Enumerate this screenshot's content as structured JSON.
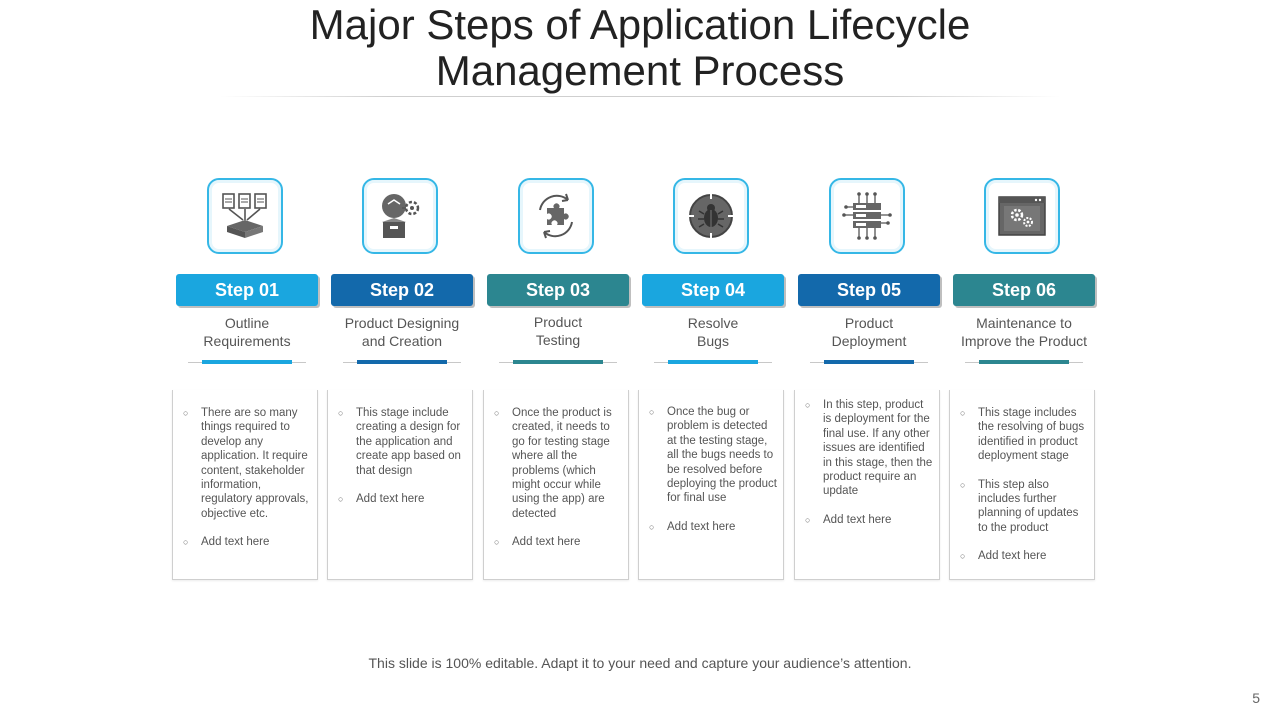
{
  "title_line1": "Major Steps of Application Lifecycle",
  "title_line2": "Management Process",
  "colors": {
    "light_blue": "#1aa6df",
    "dark_blue": "#1369ab",
    "teal": "#2c8690"
  },
  "steps": [
    {
      "label": "Step 01",
      "subtitle_line1": "Outline",
      "subtitle_line2": "Requirements",
      "color": "#1aa6df",
      "icon": "documents-to-box-icon",
      "bullets": [
        "There are so many things required to develop any application. It require content, stakeholder information, regulatory approvals, objective etc.",
        "Add text here"
      ]
    },
    {
      "label": "Step 02",
      "subtitle_line1": "Product Designing",
      "subtitle_line2": "and Creation",
      "color": "#1369ab",
      "icon": "idea-gear-box-icon",
      "bullets": [
        "This stage include creating a design for the application and create app based on that design",
        "Add text here"
      ]
    },
    {
      "label": "Step 03",
      "subtitle_line1": "Product",
      "subtitle_line2": "Testing",
      "color": "#2c8690",
      "icon": "puzzle-cycle-icon",
      "bullets": [
        "Once the product is created, it needs to go for testing stage where all the problems (which might occur while using the app) are detected",
        "Add text here"
      ]
    },
    {
      "label": "Step 04",
      "subtitle_line1": "Resolve",
      "subtitle_line2": "Bugs",
      "color": "#1aa6df",
      "icon": "bug-target-icon",
      "bullets": [
        "Once the bug or problem is detected at the testing stage, all the bugs needs to be resolved before deploying the product for final use",
        "Add text here"
      ]
    },
    {
      "label": "Step 05",
      "subtitle_line1": "Product",
      "subtitle_line2": "Deployment",
      "color": "#1369ab",
      "icon": "server-network-icon",
      "bullets": [
        "In this step, product is deployment for the final use. If any other issues are identified in this stage, then the product require an update",
        "Add text here"
      ]
    },
    {
      "label": "Step 06",
      "subtitle_line1": "Maintenance to",
      "subtitle_line2": "Improve the Product",
      "color": "#2c8690",
      "icon": "browser-gears-icon",
      "bullets": [
        "This stage includes the resolving of bugs identified in product deployment stage",
        "This step also includes further planning of updates to the product",
        "Add text here"
      ]
    }
  ],
  "footer": "This slide is 100% editable. Adapt it to your need and capture your audience’s attention.",
  "page_number": "5"
}
